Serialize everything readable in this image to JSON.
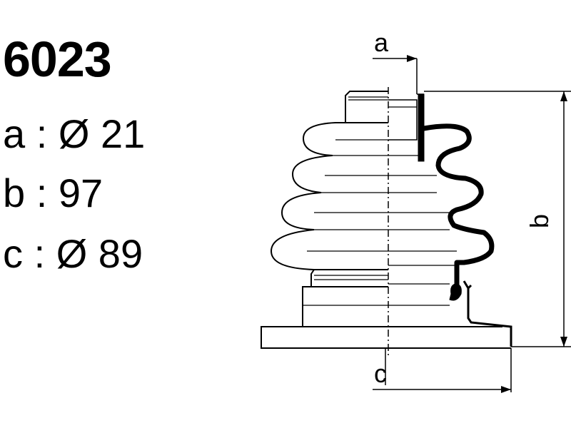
{
  "part_number": "6023",
  "specs": [
    {
      "label": "a",
      "value": "Ø 21"
    },
    {
      "label": "b",
      "value": "97"
    },
    {
      "label": "c",
      "value": "Ø 89"
    }
  ],
  "separator": ":",
  "dimension_labels": {
    "a": "a",
    "b": "b",
    "c": "c"
  }
}
